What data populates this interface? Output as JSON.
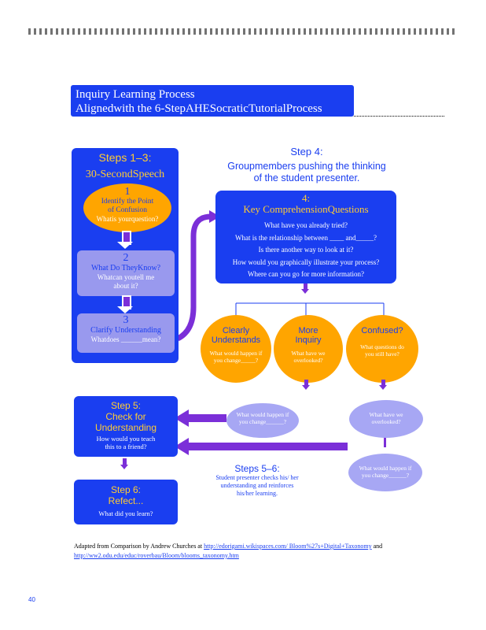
{
  "header": {
    "title_line1": "Inquiry Learning Process",
    "title_line2": "Alignedwith the 6-StepAHESocraticTutorialProcess"
  },
  "steps_1_3": {
    "heading1": "Steps 1–3:",
    "heading2": "30-SecondSpeech",
    "step1": {
      "num": "1",
      "title": "Identify the Point of Confusion",
      "prompt": "Whatis yourquestion?"
    },
    "step2": {
      "num": "2",
      "title": "What Do TheyKnow?",
      "prompt": "Whatcan youtell me about it?"
    },
    "step3": {
      "num": "3",
      "title": "Clarify Understanding",
      "prompt": "Whatdoes ______mean?"
    }
  },
  "step4": {
    "heading": "Step 4:",
    "subheading_line1": "Groupmembers pushing the thinking",
    "subheading_line2": "of the student presenter."
  },
  "kcq": {
    "num": "4:",
    "title": "Key ComprehensionQuestions",
    "questions": [
      "What have you already tried?",
      "What is the relationship between ____ and_____?",
      "Is there another way to look at it?",
      "How would you graphically illustrate your process?",
      "Where can you go for more information?"
    ]
  },
  "branches": [
    {
      "title": "Clearly Understands",
      "prompt": "What would happen if you change_____?"
    },
    {
      "title": "More Inquiry",
      "prompt": "What have we overlooked?"
    },
    {
      "title": "Confused?",
      "prompt": "What questions do you still have?"
    }
  ],
  "feedback_ovals": [
    "What would happen if you change______?",
    "What have we overlooked?",
    "What would happen if you change______?"
  ],
  "step5": {
    "heading": "Step 5:",
    "title_line1": "Check for",
    "title_line2": "Understanding",
    "prompt": "How would you teach this to a friend?"
  },
  "step6": {
    "heading": "Step 6:",
    "title": "Refect...",
    "prompt": "What did you learn?"
  },
  "steps_5_6": {
    "heading": "Steps 5–6:",
    "text": "Student presenter checks his/ her understanding and reinforces his/her learning."
  },
  "attribution": {
    "prefix": "Adapted from Comparison by Andrew Churches at",
    "link1": "http://edorigami.wikispaces.com/ Bloom%27s+Digital+Taxonomy",
    "and": "and",
    "link2": "http://ww2.odu.edu/educ/roverbau/Bloom/blooms_taxonomy.htm"
  },
  "page_number": "40",
  "colors": {
    "blue": "#1a3ef0",
    "orange": "#ffa500",
    "lavender": "#a7a7f4",
    "purple": "#7b2fd8",
    "yellow": "#ffcc33"
  }
}
